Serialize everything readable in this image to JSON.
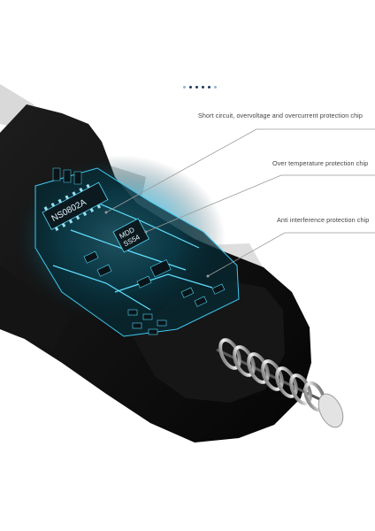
{
  "callouts": [
    {
      "text": "Short circuit, overvoltage and overcurrent protection chip"
    },
    {
      "text": "Over temperature protection chip"
    },
    {
      "text": "Anti interference protection chip"
    }
  ],
  "chip_labels": {
    "main": "NS0802A",
    "secondary_line1": "MDD",
    "secondary_line2": "SS54"
  },
  "colors": {
    "body": "#0b0b0b",
    "pcb_glow": "#3ec9f0",
    "pcb_dark": "#07262f",
    "silver": "#d4d4d4"
  }
}
